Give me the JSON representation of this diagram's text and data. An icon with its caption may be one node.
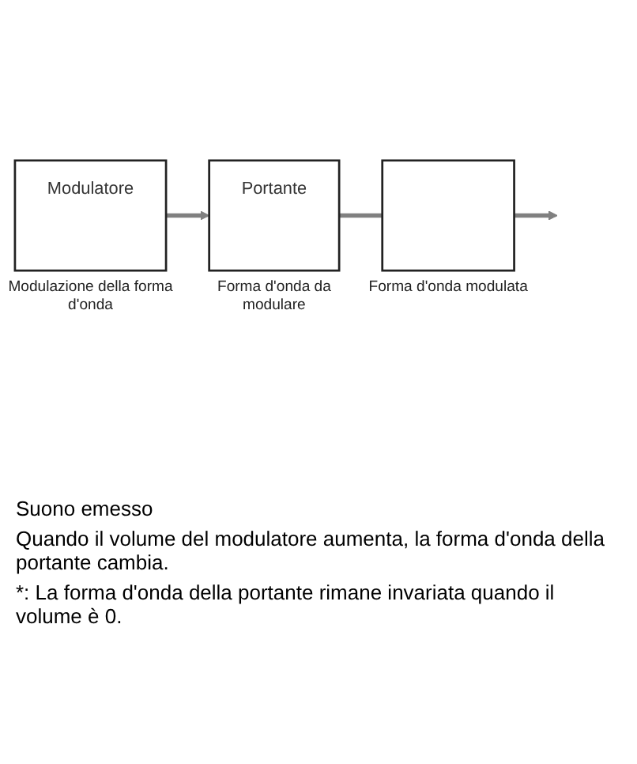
{
  "diagram": {
    "nodes": [
      {
        "text": [
          "Portante"
        ],
        "beside": [
          "Forma d'onda da modulare"
        ]
      },
      {
        "text": [],
        "shape": "box",
        "beside": [
          "Forma d'onda modulata"
        ]
      },
      {
        "text": [
          "Modulatore"
        ],
        "beside": [
          "Modulazione della forma d'onda"
        ]
      }
    ],
    "edges": [
      {
        "from": 0,
        "to": 1,
        "arrow": "none"
      },
      {
        "from": 1,
        "to": null,
        "arrow": "to"
      },
      {
        "from": 2,
        "to": 0,
        "arrow": "to"
      }
    ],
    "labels": [
      "Suono emesso",
      "Quando il volume del modulatore aumenta, la forma d'onda della portante cambia.",
      "*: La forma d'onda della portante rimane invariata quando il volume è 0."
    ]
  }
}
